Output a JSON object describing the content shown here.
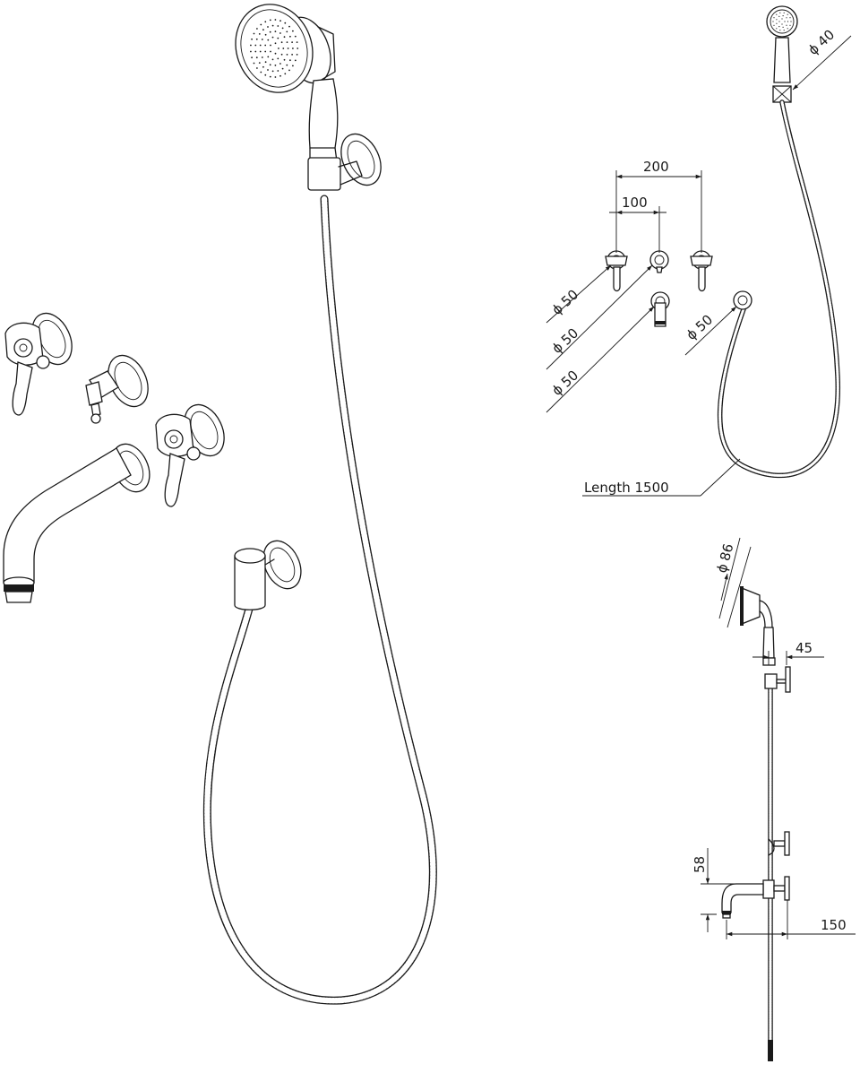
{
  "dimensions": {
    "top_spacing_outer": "200",
    "top_spacing_inner": "100",
    "plate_dia_1": "50",
    "plate_dia_2": "50",
    "plate_dia_3": "50",
    "holder_dia": "50",
    "handshower_dia": "40",
    "hose_length": "Length 1500",
    "head_dia": "86",
    "holder_offset": "45",
    "spout_drop": "58",
    "spout_projection": "150"
  },
  "diameter_symbol": "ϕ"
}
